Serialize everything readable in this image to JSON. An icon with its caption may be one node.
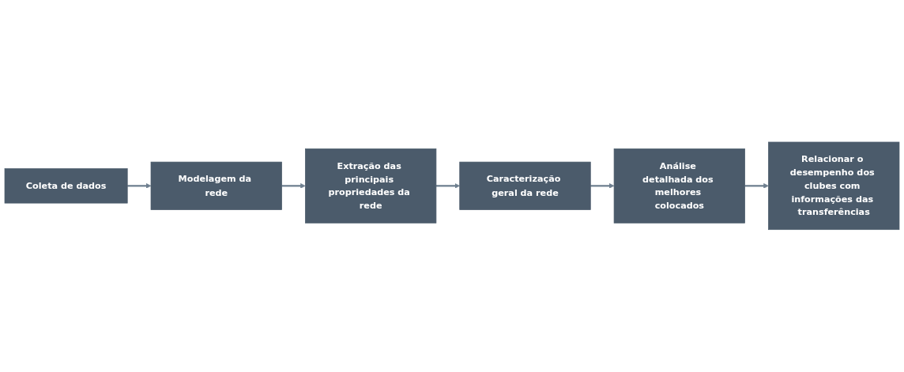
{
  "diagram": {
    "nodes": [
      {
        "text": [
          "Coleta de dados"
        ]
      },
      {
        "text": [
          "Modelagem da rede"
        ]
      },
      {
        "text": [
          "Extração das principais propriedades da rede"
        ]
      },
      {
        "text": [
          "Caracterização geral da rede"
        ]
      },
      {
        "text": [
          "Análise detalhada dos melhores colocados"
        ]
      },
      {
        "text": [
          "Relacionar o desempenho dos clubes com informações das transferências"
        ]
      }
    ],
    "edges": [
      {
        "from": 0,
        "to": 1,
        "arrow": "to"
      },
      {
        "from": 1,
        "to": 2,
        "arrow": "to"
      },
      {
        "from": 2,
        "to": 3,
        "arrow": "to"
      },
      {
        "from": 3,
        "to": 4,
        "arrow": "to"
      },
      {
        "from": 4,
        "to": 5,
        "arrow": "to"
      }
    ]
  }
}
